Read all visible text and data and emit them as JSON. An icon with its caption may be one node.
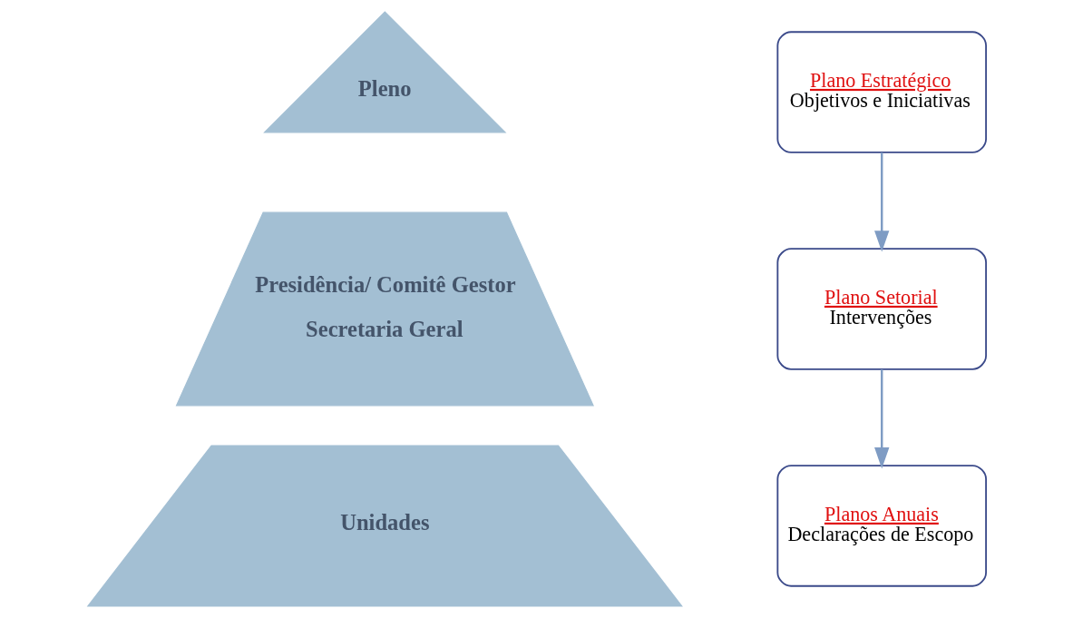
{
  "diagram": {
    "nodes": [
      {
        "text": [
          "Pleno"
        ]
      },
      {
        "text": [
          "Presidência/ Comitê Gestor",
          "Secretaria Geral"
        ]
      },
      {
        "text": [
          "Unidades"
        ]
      },
      {
        "text": [
          "Plano Estratégico",
          "Objetivos e Iniciativas"
        ]
      },
      {
        "text": [
          "Plano Setorial",
          "Intervenções"
        ]
      },
      {
        "text": [
          "Planos Anuais",
          "Declarações de Escopo"
        ]
      }
    ],
    "edges": [
      {
        "from": 3,
        "to": 4,
        "arrow": "to"
      },
      {
        "from": 4,
        "to": 5,
        "arrow": "to"
      }
    ]
  }
}
